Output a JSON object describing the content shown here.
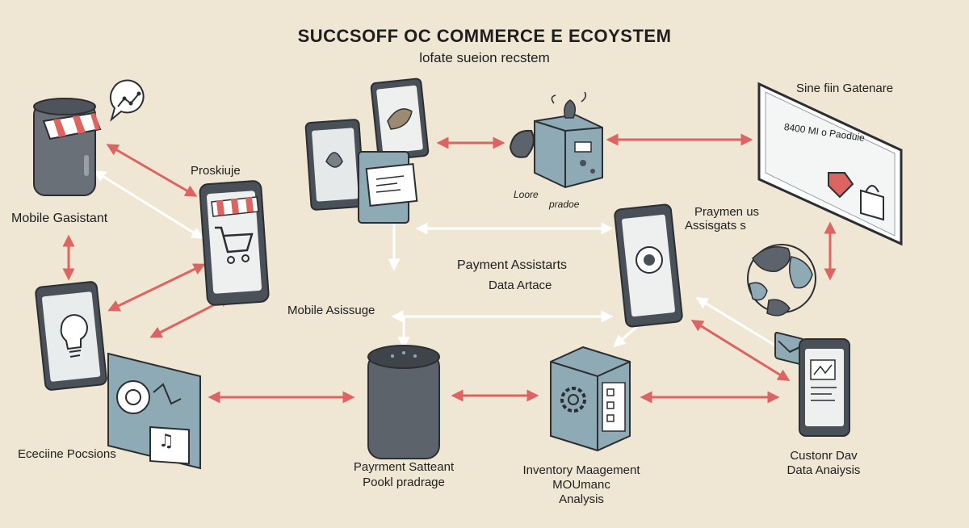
{
  "title": "SUCCSOFF OC COMMERCE E ECOYSTEM",
  "subtitle": "lofate sueion recstem",
  "labels": {
    "proskiuje": "Proskiuje",
    "mobile_gasistant": "Mobile Gasistant",
    "mobile_asissuge": "Mobile Asissuge",
    "ececiine_pocsions": "Ececiine Pocsions",
    "payment_assistarts": "Payment Assistarts",
    "data_artace": "Data Artace",
    "payment_satteant": "Payrment Satteant",
    "pookl_pradrage": "Pookl pradrage",
    "inventory_line1": "Inventory Maagement",
    "inventory_line2": "MOUmanc",
    "inventory_line3": "Analysis",
    "sine_fiin": "Sine fiin Gatenare",
    "screen_price": "8400 MI o Paoduie",
    "prayment_line1": "Praymen us",
    "prayment_line2": "Assisgats s",
    "custonr_line1": "Custonr Dav",
    "custonr_line2": "Data Anaiysis",
    "loore": "Loore",
    "pradoe": "pradoe"
  },
  "colors": {
    "background": "#efe6d4",
    "arrow_red": "#dd6460",
    "arrow_light": "#ffffff",
    "device_blue": "#8eaab4",
    "device_dark": "#4a5058",
    "outline": "#2b2e33"
  }
}
